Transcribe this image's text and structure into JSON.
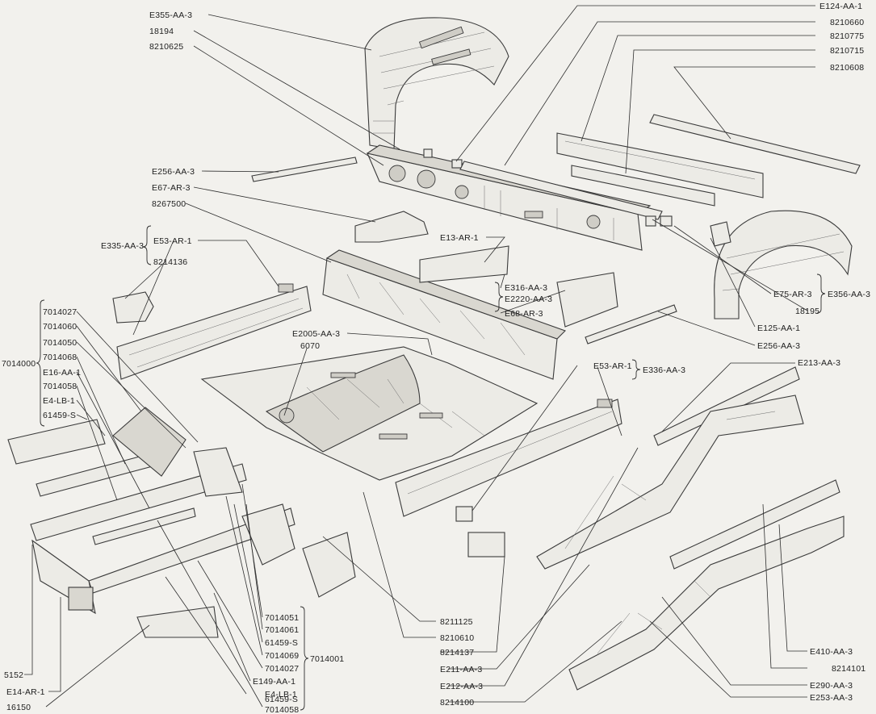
{
  "callouts": {
    "e355_aa_3": "E355-AA-3",
    "n18194": "18194",
    "n8210625": "8210625",
    "e124_aa_1": "E124-AA-1",
    "n8210660": "8210660",
    "n8210775": "8210775",
    "n8210715": "8210715",
    "n8210608": "8210608",
    "e256_aa_3_top": "E256-AA-3",
    "e67_ar_3": "E67-AR-3",
    "n8267500": "8267500",
    "e335_aa_3": "E335-AA-3",
    "e53_ar_1_left": "E53-AR-1",
    "n8214136": "8214136",
    "e13_ar_1": "E13-AR-1",
    "e316_aa_3": "E316-AA-3",
    "e2220_aa_3": "E2220-AA-3",
    "e68_ar_3": "E68-AR-3",
    "e75_ar_3": "E75-AR-3",
    "e356_aa_3": "E356-AA-3",
    "n18195": "18195",
    "e125_aa_1": "E125-AA-1",
    "e256_aa_3_right": "E256-AA-3",
    "e2005_aa_3": "E2005-AA-3",
    "n6070": "6070",
    "e53_ar_1_right": "E53-AR-1",
    "e336_aa_3": "E336-AA-3",
    "e213_aa_3": "E213-AA-3",
    "n7014027_top": "7014027",
    "n7014060": "7014060",
    "n7014050": "7014050",
    "n7014068": "7014068",
    "e16_aa_1": "E16-AA-1",
    "n7014058_top": "7014058",
    "e4_lb_1_top": "E4-LB-1",
    "n61459_s_top": "61459-S",
    "n7014000": "7014000",
    "n5152": "5152",
    "e14_ar_1": "E14-AR-1",
    "n16150": "16150",
    "n7014051": "7014051",
    "n7014061": "7014061",
    "n61459_s_mid": "61459-S",
    "n7014069": "7014069",
    "n7014027_bottom": "7014027",
    "n7014001": "7014001",
    "e149_aa_1": "E149-AA-1",
    "e4_lb_1_bottom": "E4-LB-1",
    "n61459_s_bottom": "61459-S",
    "n7014058_bottom": "7014058",
    "n8211125": "8211125",
    "n8210610": "8210610",
    "n8214137": "8214137",
    "e211_aa_3": "E211-AA-3",
    "e212_aa_3": "E212-AA-3",
    "n8214100": "8214100",
    "e410_aa_3": "E410-AA-3",
    "n8214101": "8214101",
    "e290_aa_3": "E290-AA-3",
    "e253_aa_3": "E253-AA-3"
  }
}
